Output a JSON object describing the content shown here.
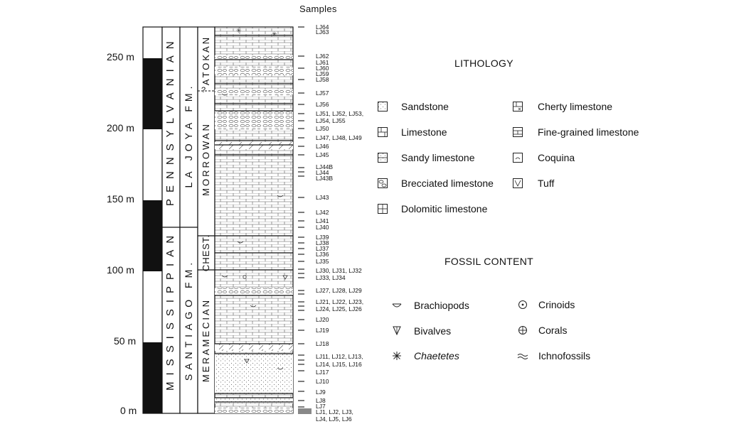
{
  "samples_header": "Samples",
  "axis": {
    "ticks": [
      "250 m",
      "200 m",
      "150 m",
      "100 m",
      "50 m",
      "0 m"
    ]
  },
  "columns": {
    "systems": [
      "PENNSYLVANIAN",
      "MISSISSIPPIAN"
    ],
    "formations": [
      "LA JOYA FM.",
      "SANTIAGO FM."
    ],
    "series": [
      "ATOKAN",
      "MORROWAN",
      "CHEST.",
      "MERAMECIAN"
    ],
    "uncertain_mark": "?"
  },
  "sample_labels": [
    "LJ64",
    "LJ63",
    "LJ62",
    "LJ61",
    "LJ60",
    "LJ59",
    "LJ58",
    "LJ57",
    "LJ56",
    "LJ51, LJ52, LJ53,",
    "LJ54, LJ55",
    "LJ50",
    "LJ47, LJ48, LJ49",
    "LJ46",
    "LJ45",
    "LJ44B",
    "LJ44",
    "LJ43B",
    "LJ43",
    "LJ42",
    "LJ41",
    "LJ40",
    "LJ39",
    "LJ38",
    "LJ37",
    "LJ36",
    "LJ35",
    "LJ30, LJ31, LJ32",
    "LJ33, LJ34",
    "LJ27, LJ28, LJ29",
    "LJ21, LJ22, LJ23,",
    "LJ24, LJ25, LJ26",
    "LJ20",
    "LJ19",
    "LJ18",
    "LJ11, LJ12, LJ13,",
    "LJ14, LJ15, LJ16",
    "LJ17",
    "LJ10",
    "LJ9",
    "LJ8",
    "LJ7",
    "LJ1, LJ2, LJ3,",
    "LJ4, LJ5, LJ6"
  ],
  "lithology": {
    "title": "LITHOLOGY",
    "items": [
      "Sandstone",
      "Limestone",
      "Sandy limestone",
      "Brecciated limestone",
      "Dolomitic limestone",
      "Cherty limestone",
      "Fine-grained limestone",
      "Coquina",
      "Tuff"
    ]
  },
  "fossils": {
    "title": "FOSSIL CONTENT",
    "items": [
      "Brachiopods",
      "Bivalves",
      "Chaetetes",
      "Crinoids",
      "Corals",
      "Ichnofossils"
    ]
  }
}
